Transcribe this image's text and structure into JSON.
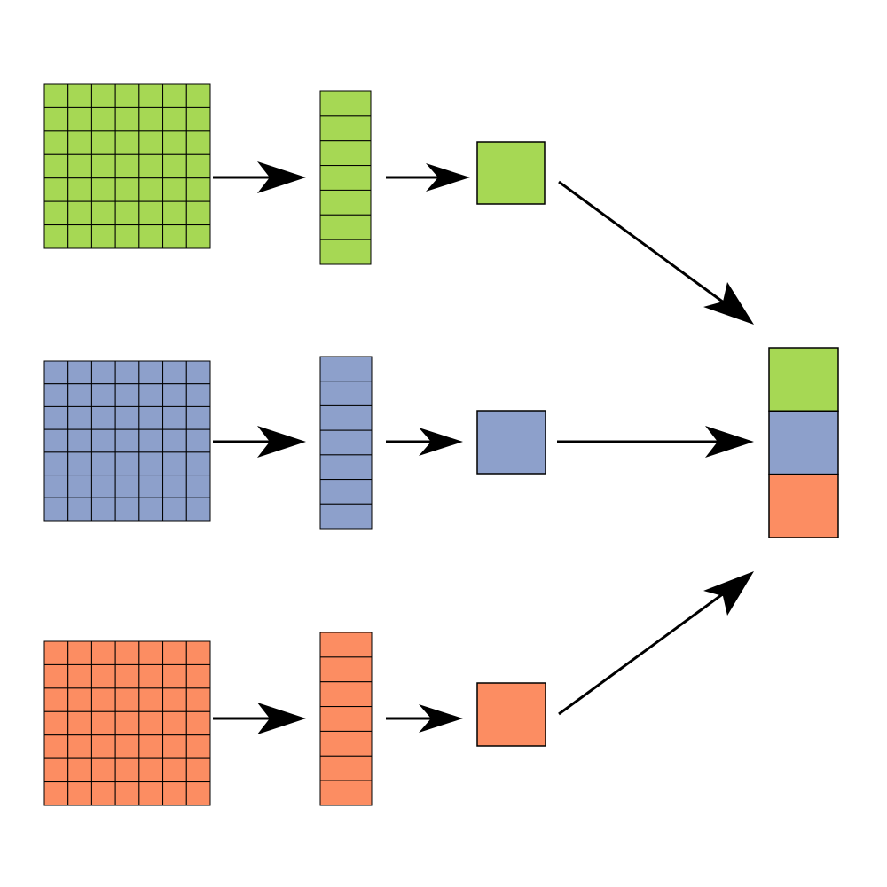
{
  "colors": {
    "branch_1": "#a6d854",
    "branch_2": "#8da0cb",
    "branch_3": "#fc8d62",
    "stroke": "#000000",
    "background": "#ffffff"
  },
  "branches": [
    {
      "name": "branch-1",
      "color_key": "branch_1",
      "grid_rows": 7,
      "grid_cols": 7,
      "column_cells": 7
    },
    {
      "name": "branch-2",
      "color_key": "branch_2",
      "grid_rows": 7,
      "grid_cols": 7,
      "column_cells": 7
    },
    {
      "name": "branch-3",
      "color_key": "branch_3",
      "grid_rows": 7,
      "grid_cols": 7,
      "column_cells": 7
    }
  ],
  "output_stack": [
    "branch_1",
    "branch_2",
    "branch_3"
  ]
}
